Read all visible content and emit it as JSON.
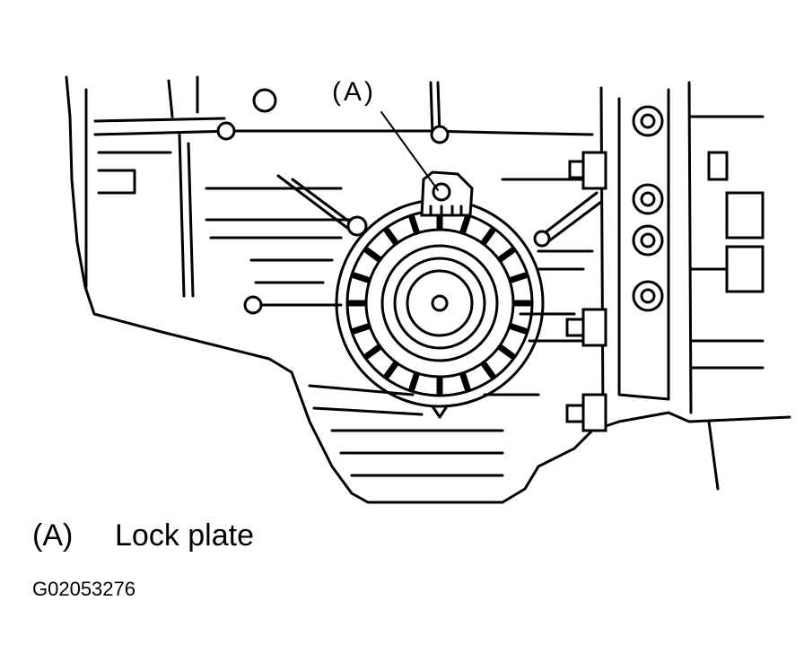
{
  "diagram": {
    "callout": "(A)",
    "legend": {
      "key": "(A)",
      "text": "Lock plate"
    },
    "figure_id": "G02053276"
  }
}
